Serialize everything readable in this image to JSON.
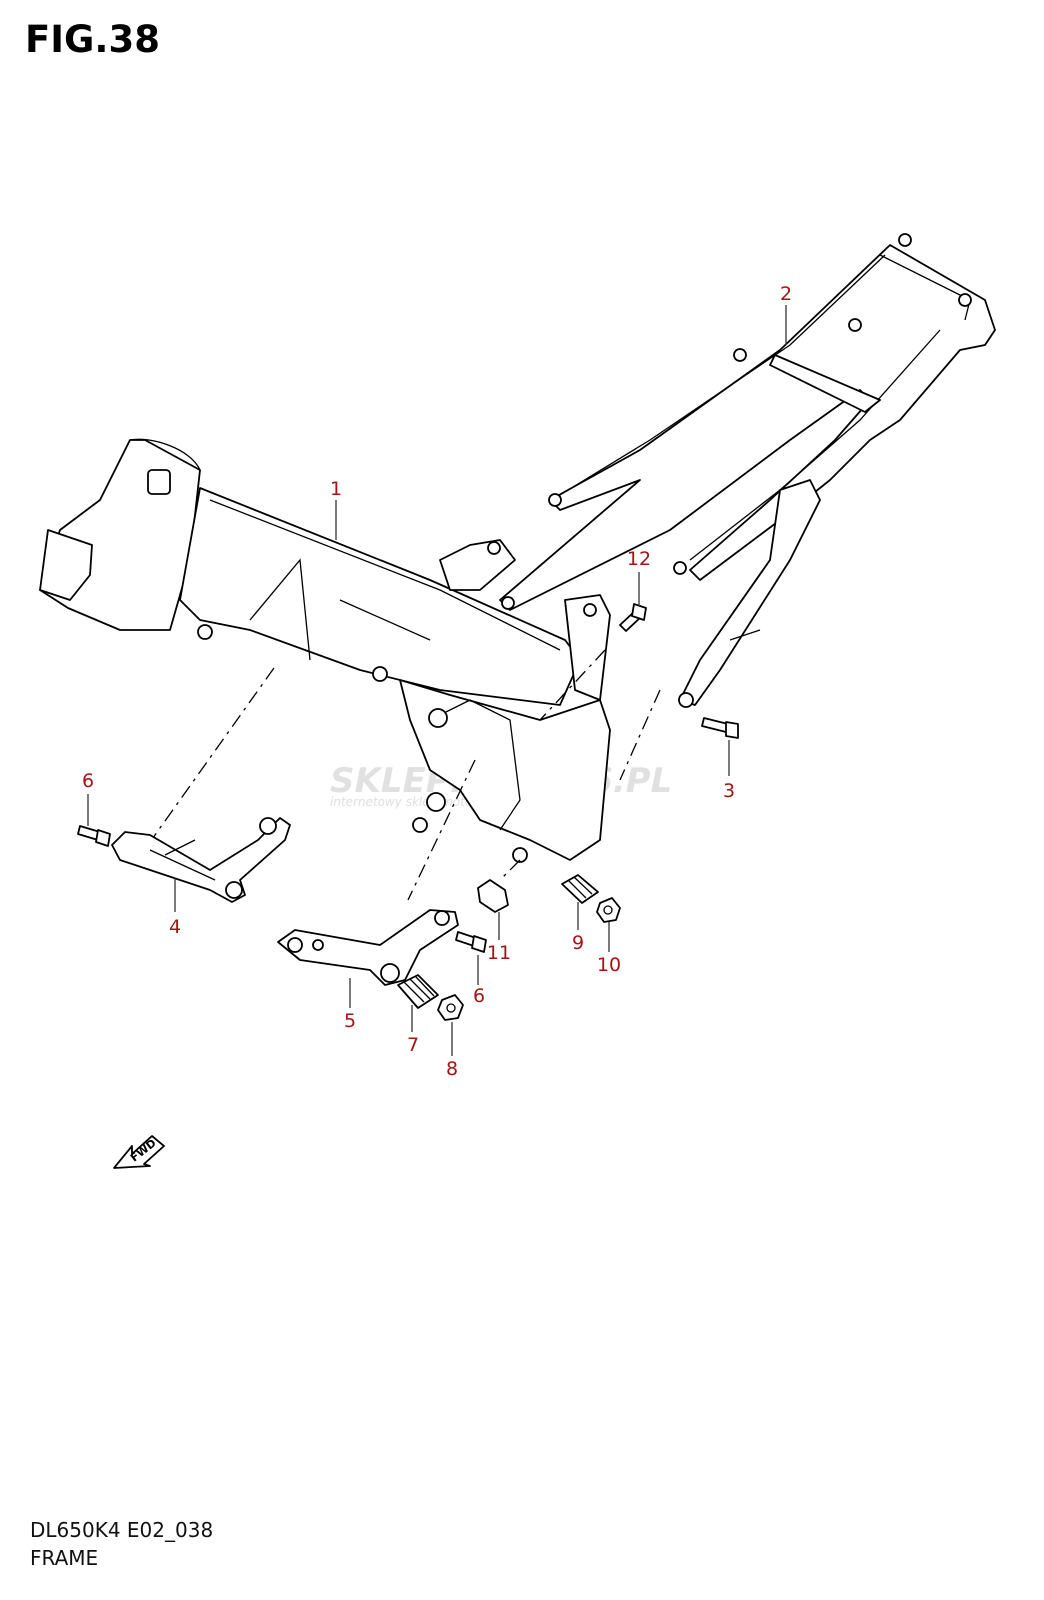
{
  "figure": {
    "title": "FIG.38",
    "model_code": "DL650K4 E02_038",
    "section_name": "FRAME"
  },
  "watermark": {
    "brand": "SKLEPMOTO46.PL",
    "tagline": "internetowy sklep motocyklowy"
  },
  "fwd_label": "FWD",
  "callouts": [
    "1",
    "2",
    "3",
    "4",
    "5",
    "6",
    "6",
    "7",
    "8",
    "9",
    "10",
    "11",
    "12"
  ],
  "colors": {
    "callout": "#a31515",
    "line": "#000000",
    "watermark": "#d8d8d8"
  }
}
